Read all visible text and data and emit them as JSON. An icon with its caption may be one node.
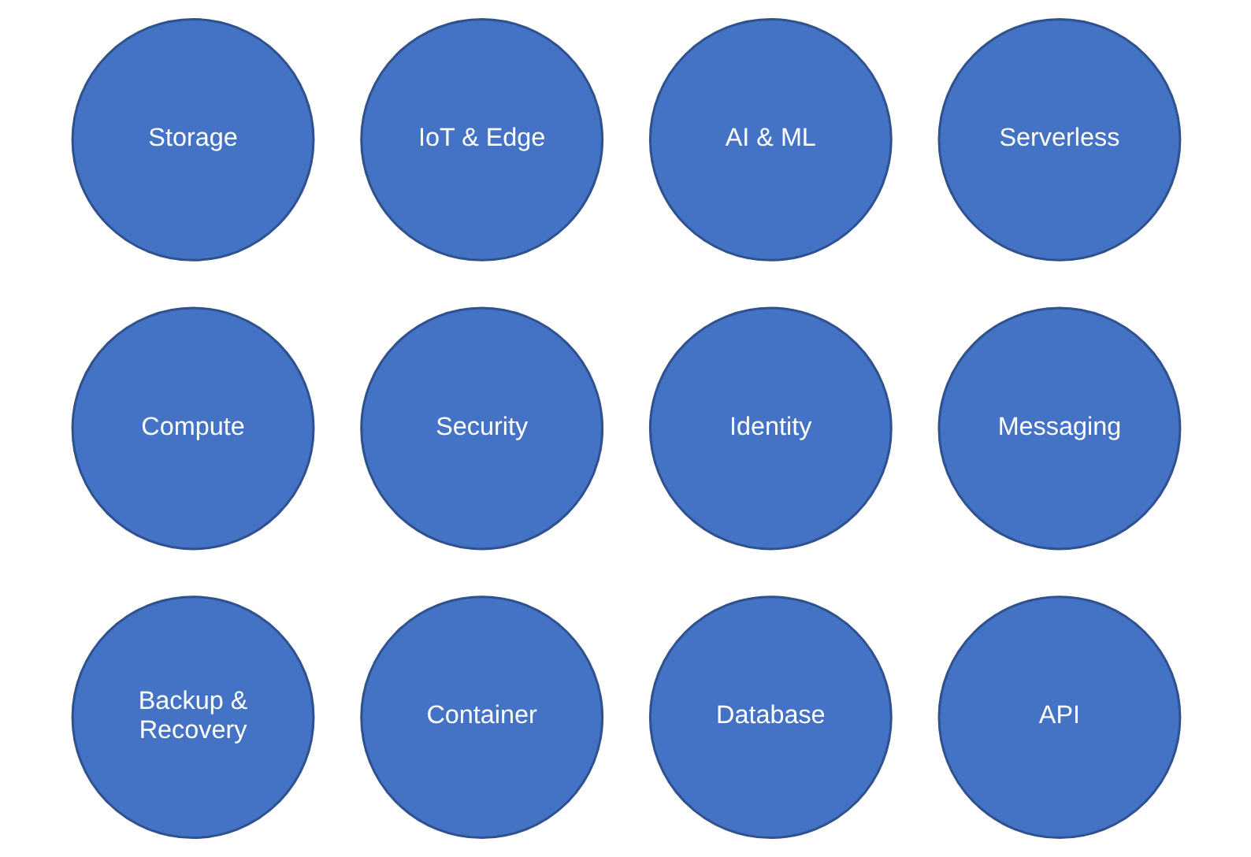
{
  "diagram": {
    "nodes": [
      {
        "text": [
          "Storage"
        ]
      },
      {
        "text": [
          "IoT & Edge"
        ]
      },
      {
        "text": [
          "AI & ML"
        ]
      },
      {
        "text": [
          "Serverless"
        ]
      },
      {
        "text": [
          "Compute"
        ]
      },
      {
        "text": [
          "Security"
        ]
      },
      {
        "text": [
          "Identity"
        ]
      },
      {
        "text": [
          "Messaging"
        ]
      },
      {
        "text": [
          "Backup & Recovery"
        ]
      },
      {
        "text": [
          "Container"
        ]
      },
      {
        "text": [
          "Database"
        ]
      },
      {
        "text": [
          "API"
        ]
      }
    ]
  }
}
